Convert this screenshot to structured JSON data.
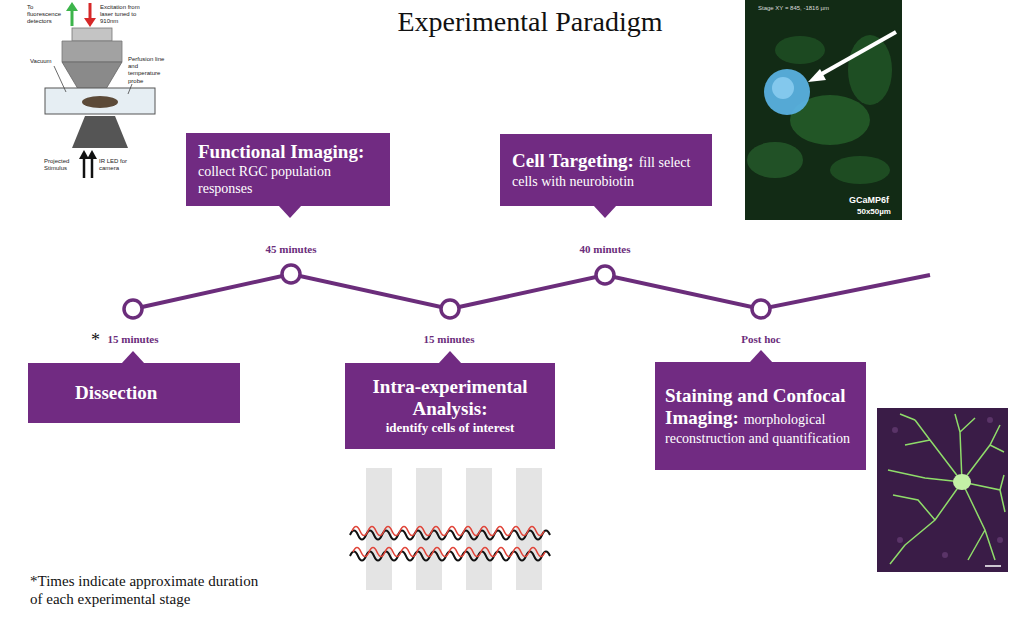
{
  "diagram": {
    "title": "Experimental Paradigm",
    "nodes": [
      {
        "text": [
          "Dissection"
        ]
      },
      {
        "text": [
          "Functional Imaging:",
          "collect RGC population responses"
        ]
      },
      {
        "text": [
          "Intra-experimental Analysis:",
          "identify cells of interest"
        ]
      },
      {
        "text": [
          "Cell Targeting:",
          "fill select cells with neurobiotin"
        ]
      },
      {
        "text": [
          "Staining and Confocal Imaging:",
          "morphological reconstruction and quantification"
        ]
      }
    ],
    "labels": [
      "To fluorescence detectors",
      "Excitation from laser tuned to 910nm",
      "Vacuum",
      "Perfusion line and temperature probe",
      "Projected Stimulus",
      "IR LED for camera",
      "Stage XY = 845, -1816 µm",
      "GCaMP6f",
      "50x50µm",
      "*",
      "15 minutes",
      "45 minutes",
      "15 minutes",
      "40 minutes",
      "Post hoc",
      "*Times indicate approximate duration of each experimental stage"
    ]
  }
}
